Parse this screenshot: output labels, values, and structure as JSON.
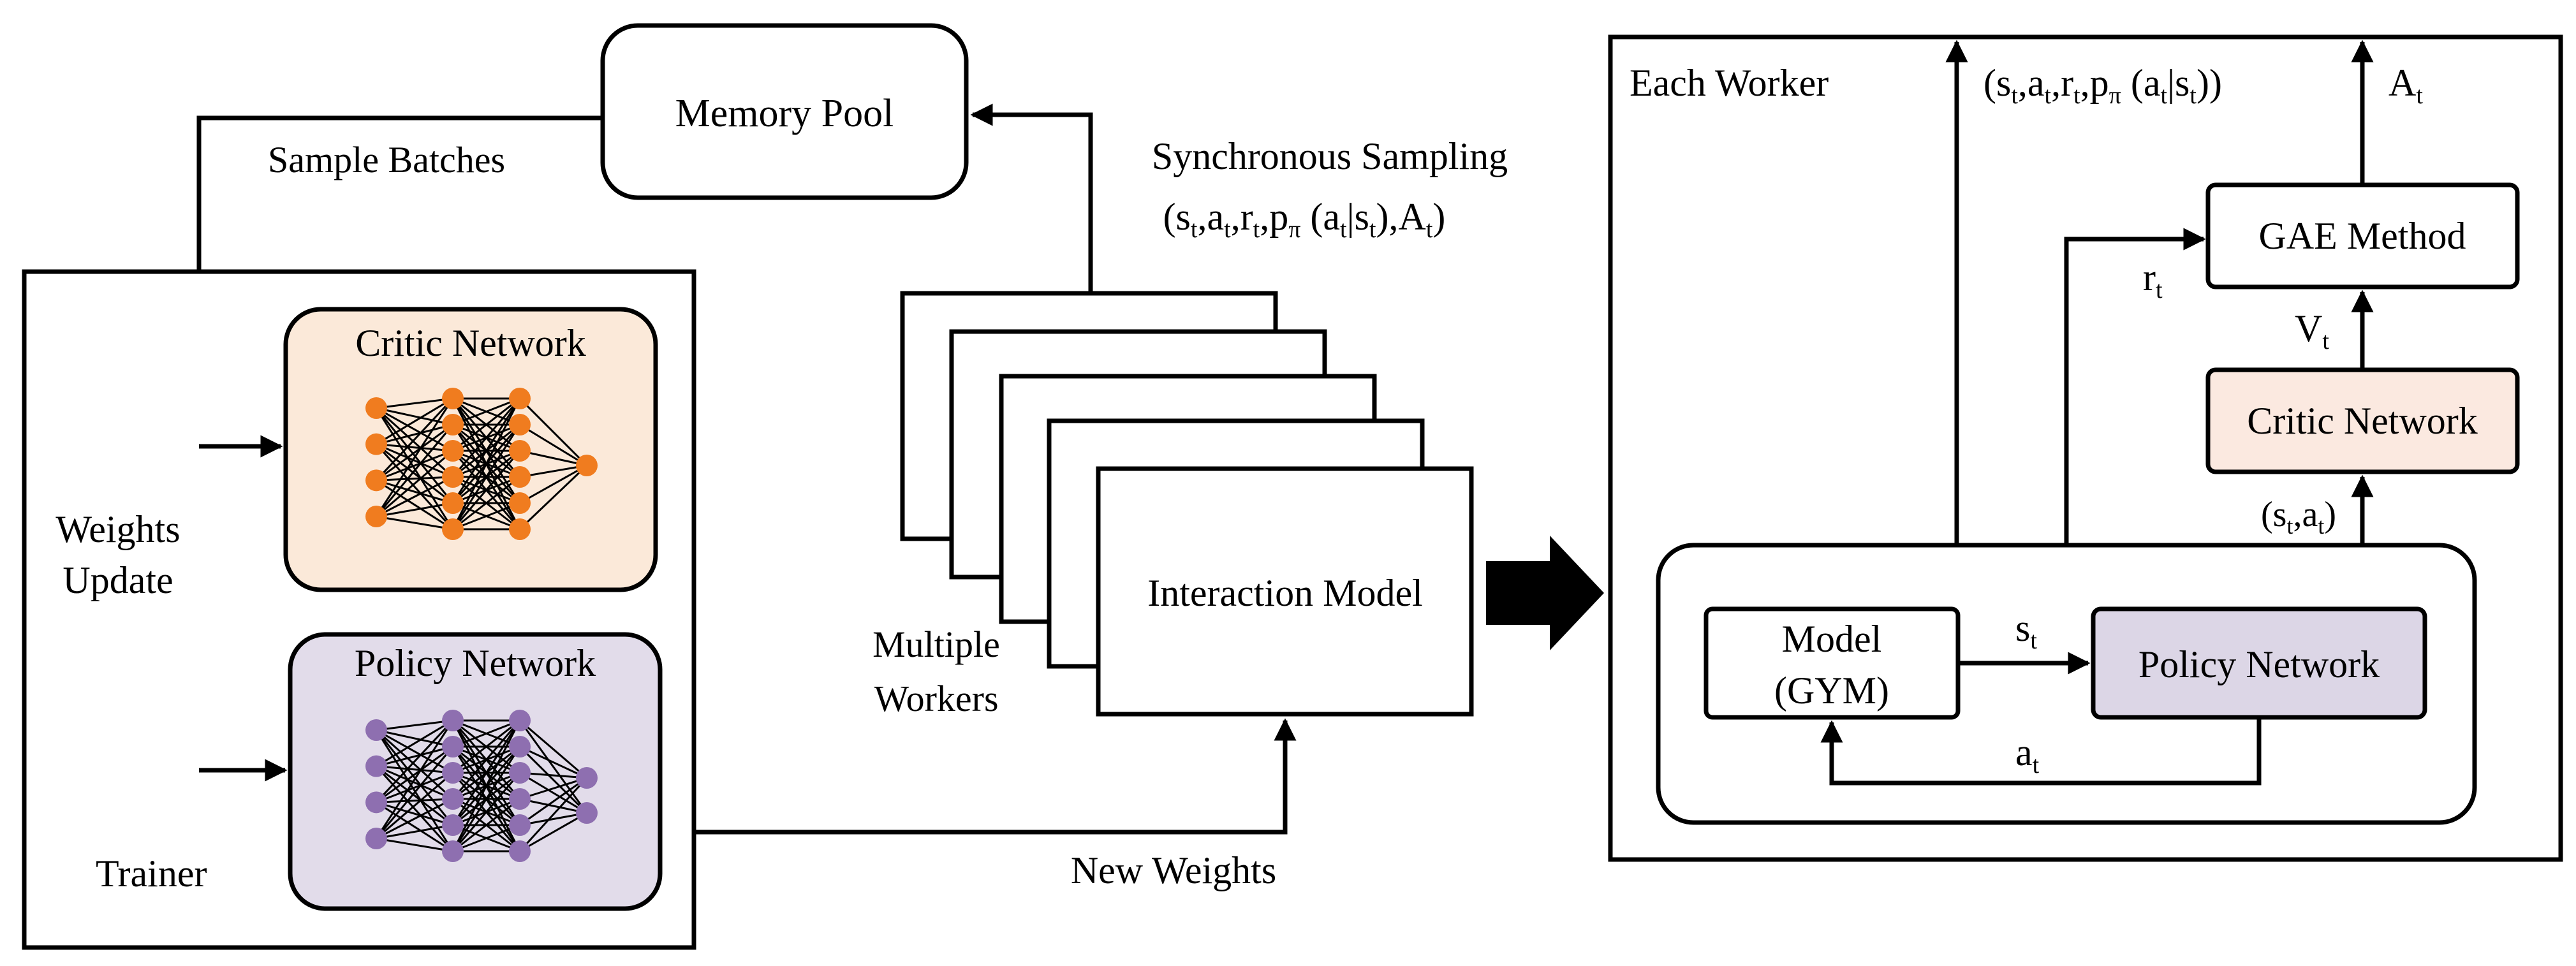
{
  "memory_pool": {
    "label": "Memory Pool"
  },
  "sample_batches": {
    "label": "Sample Batches"
  },
  "sync_sampling": {
    "title": "Synchronous Sampling"
  },
  "trainer": {
    "label": "Trainer",
    "weights_update": [
      "Weights",
      "Update"
    ],
    "critic_label": "Critic Network",
    "policy_label": "Policy Network"
  },
  "workers": {
    "label": [
      "Multiple",
      "Workers"
    ],
    "interaction_model": "Interaction Model"
  },
  "new_weights": {
    "label": "New Weights"
  },
  "each_worker": {
    "title": "Each Worker",
    "gae_label": "GAE Method",
    "critic_label": "Critic Network",
    "model_label": [
      "Model",
      "(GYM)"
    ],
    "policy_label": "Policy Network"
  },
  "colors": {
    "critic_fill": "#fbe9d9",
    "policy_fill": "#e2dcea",
    "critic_node": "#f07c1f",
    "policy_node": "#8e6fb0",
    "critic_box_right": "#fbe9e0",
    "policy_box_right": "#dcd6e6"
  }
}
